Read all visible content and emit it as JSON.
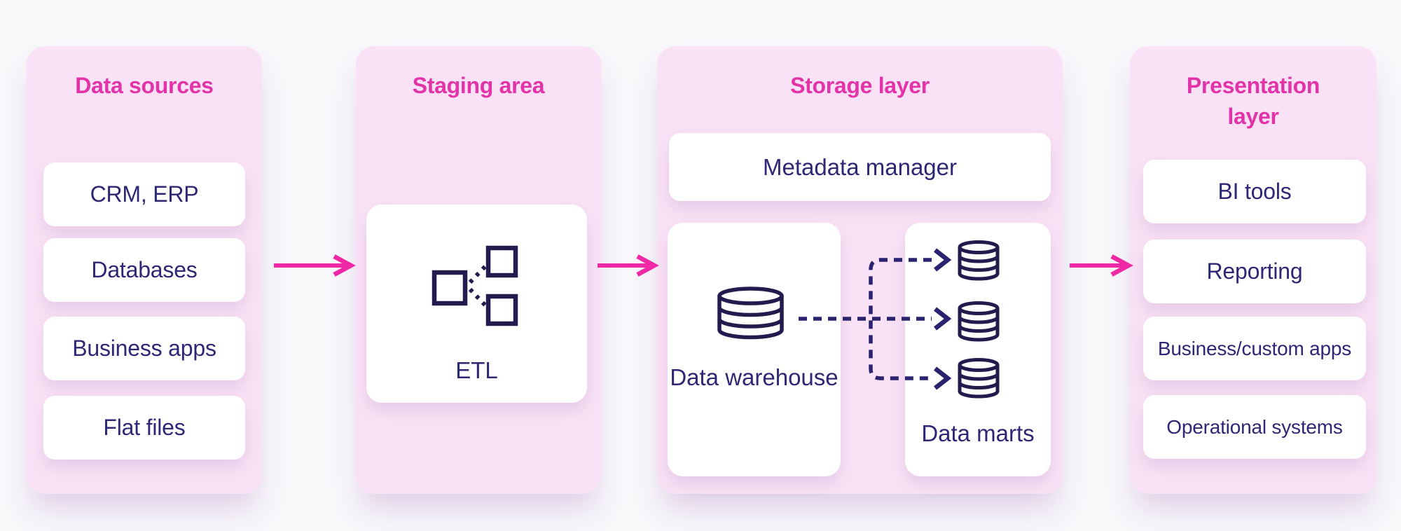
{
  "diagram": {
    "type": "data-warehouse-architecture-flow",
    "flow_direction": "left-to-right"
  },
  "colors": {
    "page_background": "#F8F7FA",
    "panel_background": "#F9E2F5",
    "card_background": "#FFFFFF",
    "title_pink": "#E233A9",
    "flow_arrow_pink": "#EF28A5",
    "text_navy": "#2D2775",
    "icon_navy": "#221C4E",
    "dashed_connector_navy": "#2A2370"
  },
  "columns": [
    {
      "title": "Data sources",
      "cards": [
        "CRM, ERP",
        "Databases",
        "Business apps",
        "Flat files"
      ]
    },
    {
      "title": "Staging area",
      "cards": [
        "ETL"
      ]
    },
    {
      "title": "Storage layer",
      "cards": [
        "Metadata manager",
        "Data warehouse",
        "Data marts"
      ]
    },
    {
      "title": "Presentation layer",
      "cards": [
        "BI tools",
        "Reporting",
        "Business/custom apps",
        "Operational systems"
      ]
    }
  ],
  "icons": {
    "etl": "split-squares-transform-icon",
    "data_warehouse": "database-cylinder-icon",
    "data_marts": "database-cylinder-small-icon",
    "column_flow": "pink-arrow-right-icon",
    "warehouse_to_marts": "dashed-branch-arrows-icon"
  },
  "connections": [
    "Data sources -> Staging area",
    "Staging area -> Storage layer",
    "Storage layer -> Presentation layer",
    "Data warehouse -> Data marts (3 dashed branches)"
  ]
}
